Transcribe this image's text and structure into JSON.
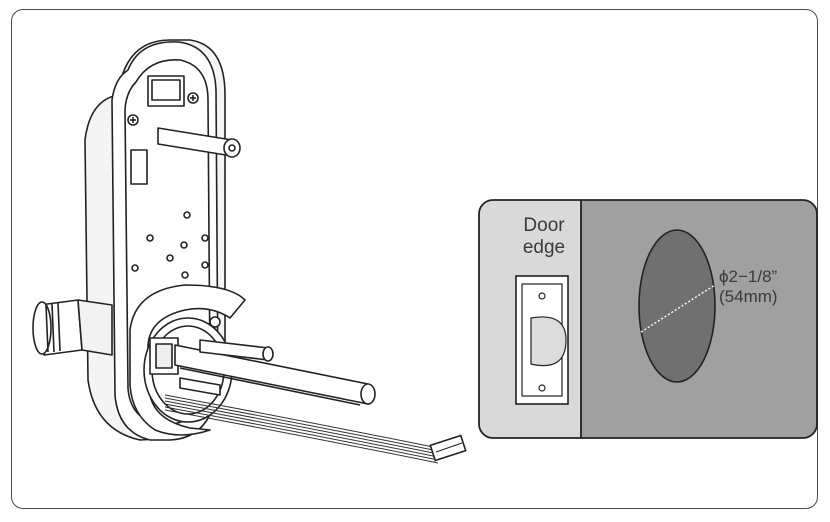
{
  "inset": {
    "door_edge_label": "Door\nedge",
    "hole_diameter": "ϕ2−1/8”",
    "hole_diameter_metric": "(54mm)"
  },
  "colors": {
    "frame": "#4a4a4a",
    "door_face": "#a0a0a0",
    "door_edge_panel": "#d9d9d9",
    "hole": "#707070",
    "line": "#222222"
  },
  "icons": [
    "lock-body-illustration",
    "door-hole-diagram"
  ]
}
